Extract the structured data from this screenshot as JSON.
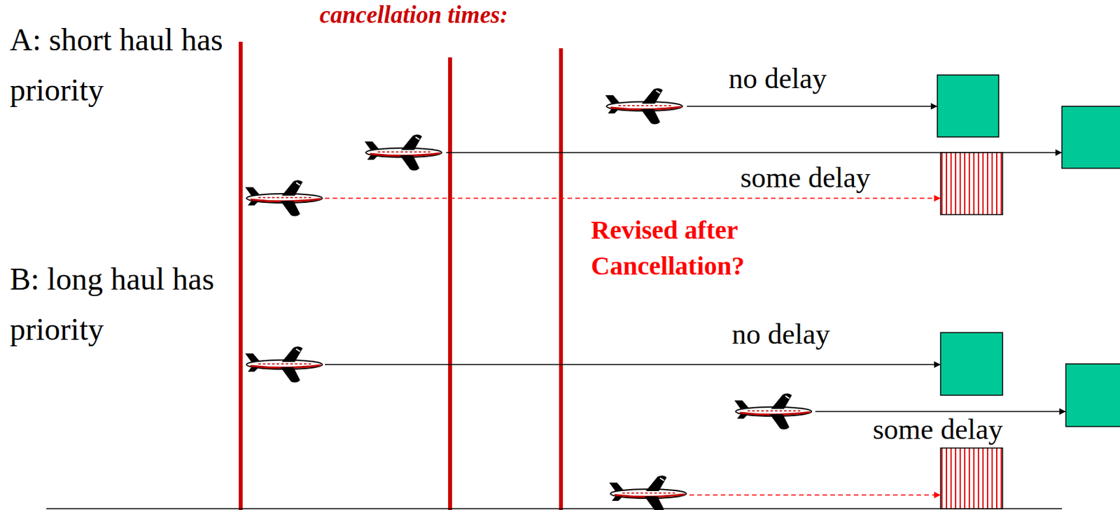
{
  "diagram": {
    "labels": [
      "A: short haul has priority",
      "cancellation times:",
      "no delay",
      "some delay",
      "Revised after Cancellation?",
      "B: long haul has priority",
      "no delay",
      "some delay"
    ]
  }
}
